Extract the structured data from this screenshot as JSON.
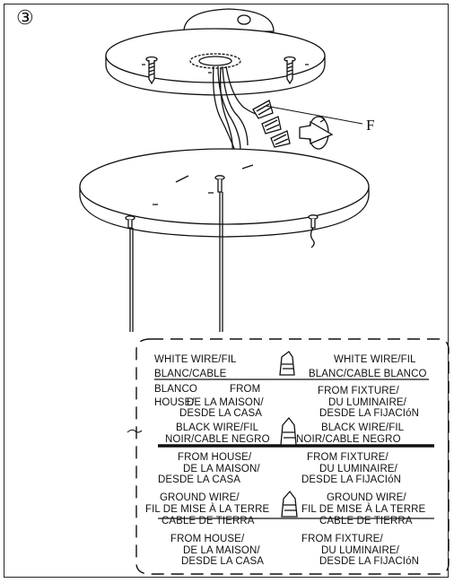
{
  "step_marker": "③",
  "callout_label": "F",
  "colors": {
    "line": "#111111",
    "background": "#ffffff"
  },
  "wiring": {
    "white": {
      "house_name": "WHITE WIRE/FIL",
      "house_line2": "BLANC/CABLE",
      "house_line3": "BLANCO",
      "fixture_name": "WHITE WIRE/FIL",
      "fixture_line2": "BLANC/CABLE BLANCO",
      "from_house_1": "FROM",
      "from_house_2": "HOUSE/",
      "from_house_3": "DE LA MAISON/",
      "from_house_4": "DESDE LA CASA",
      "from_fixture_1": "FROM FIXTURE/",
      "from_fixture_2": "DU LUMINAIRE/",
      "from_fixture_3": "DESDE LA FIJACIóN"
    },
    "black": {
      "house_name": "BLACK WIRE/FIL",
      "house_line2": "NOIR/CABLE NEGRO",
      "fixture_name": "BLACK WIRE/FIL",
      "fixture_line2": "NOIR/CABLE NEGRO",
      "from_house_1": "FROM HOUSE/",
      "from_house_2": "DE LA MAISON/",
      "from_house_3": "DESDE LA CASA",
      "from_fixture_1": "FROM FIXTURE/",
      "from_fixture_2": "DU LUMINAIRE/",
      "from_fixture_3": "DESDE LA FIJACIóN"
    },
    "ground": {
      "house_name": "GROUND WIRE/",
      "house_line2": "FIL DE MISE À LA TERRE",
      "house_line3": "CABLE DE TIERRA",
      "fixture_name": "GROUND WIRE/",
      "fixture_line2": "FIL DE MISE À LA TERRE",
      "fixture_line3": "CABLE DE TIERRA",
      "from_house_1": "FROM HOUSE/",
      "from_house_2": "DE LA MAISON/",
      "from_house_3": "DESDE LA CASA",
      "from_fixture_1": "FROM FIXTURE/",
      "from_fixture_2": "DU LUMINAIRE/",
      "from_fixture_3": "DESDE LA FIJACIóN"
    }
  }
}
